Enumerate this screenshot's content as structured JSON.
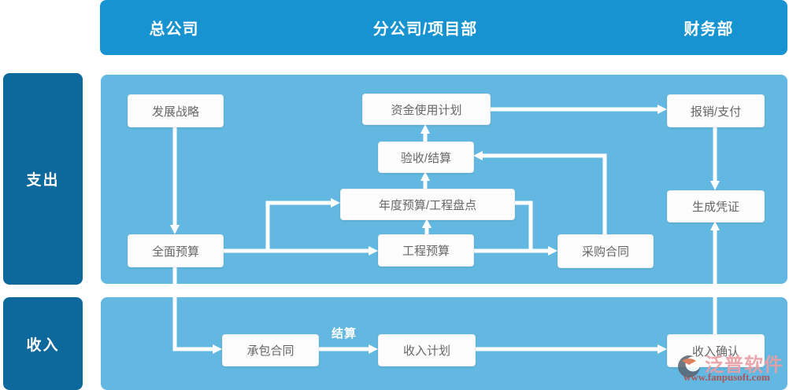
{
  "header": {
    "columns": [
      {
        "id": "headquarters",
        "label": "总公司"
      },
      {
        "id": "branch-project-dept",
        "label": "分公司/项目部"
      },
      {
        "id": "finance-dept",
        "label": "财务部"
      }
    ]
  },
  "rows": [
    {
      "id": "expenditure",
      "label": "支出"
    },
    {
      "id": "income",
      "label": "收入"
    }
  ],
  "nodes": [
    {
      "id": "development-strategy",
      "label": "发展战略"
    },
    {
      "id": "fund-usage-plan",
      "label": "资金使用计划"
    },
    {
      "id": "reimbursement-payment",
      "label": "报销/支付"
    },
    {
      "id": "acceptance-settlement",
      "label": "验收/结算"
    },
    {
      "id": "annual-budget-project-inventory",
      "label": "年度预算/工程盘点"
    },
    {
      "id": "overall-budget",
      "label": "全面预算"
    },
    {
      "id": "project-budget",
      "label": "工程预算"
    },
    {
      "id": "purchase-contract",
      "label": "采购合同"
    },
    {
      "id": "generate-voucher",
      "label": "生成凭证"
    },
    {
      "id": "contracting-contract",
      "label": "承包合同"
    },
    {
      "id": "income-plan",
      "label": "收入计划"
    },
    {
      "id": "income-confirmation",
      "label": "收入确认"
    }
  ],
  "edges": [
    {
      "from": "发展战略",
      "to": "全面预算"
    },
    {
      "from": "全面预算",
      "to": "工程预算"
    },
    {
      "from": "全面预算",
      "to": "年度预算/工程盘点"
    },
    {
      "from": "工程预算",
      "to": "年度预算/工程盘点"
    },
    {
      "from": "年度预算/工程盘点",
      "to": "验收/结算"
    },
    {
      "from": "验收/结算",
      "to": "资金使用计划"
    },
    {
      "from": "资金使用计划",
      "to": "报销/支付"
    },
    {
      "from": "报销/支付",
      "to": "生成凭证"
    },
    {
      "from": "工程预算",
      "to": "采购合同"
    },
    {
      "from": "年度预算/工程盘点",
      "to": "采购合同"
    },
    {
      "from": "采购合同",
      "to": "验收/结算"
    },
    {
      "from": "全面预算",
      "to": "承包合同"
    },
    {
      "from": "承包合同",
      "to": "收入计划",
      "label": "结算"
    },
    {
      "from": "收入计划",
      "to": "收入确认"
    },
    {
      "from": "收入确认",
      "to": "生成凭证"
    }
  ],
  "edge_labels": {
    "settlement": "结算"
  },
  "watermark": {
    "name": "泛普软件",
    "url": "www.fanpusoft.com"
  },
  "colors": {
    "header_blue": "#1693d0",
    "sidebar_blue": "#0d689b",
    "panel_blue": "#62b8e0",
    "arrow_white": "#ffffff",
    "node_text": "#666666"
  }
}
